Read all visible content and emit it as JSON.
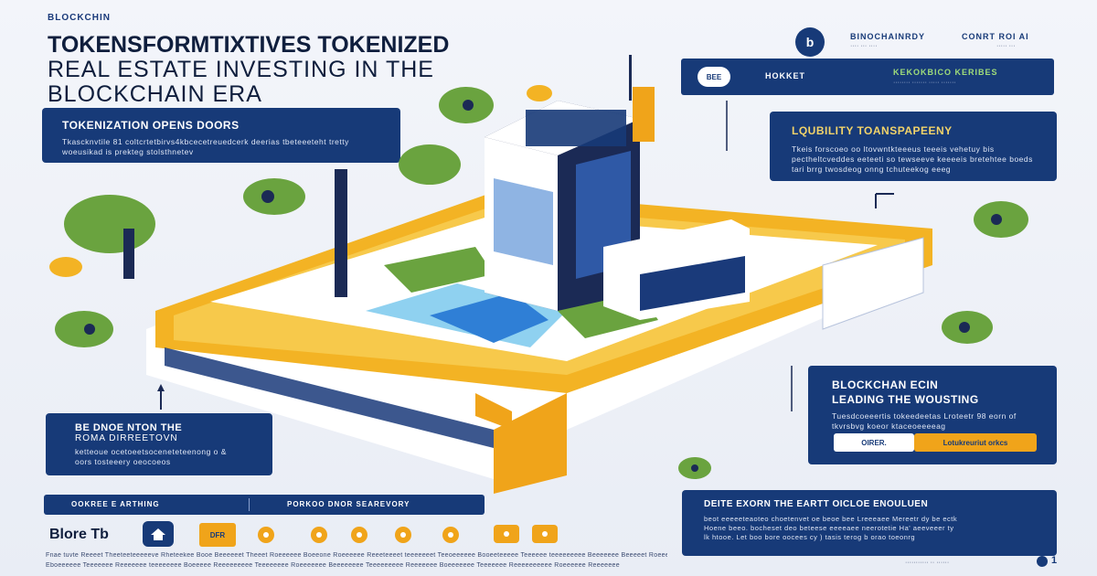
{
  "header": {
    "kicker": "BLOCKCHIN",
    "title_line1": "TOKENSFORMTIXTIVES TOKENIZED",
    "title_line2": "REAL ESTATE INVESTING IN THE",
    "title_line3": "BLOCKCHAIN ERA"
  },
  "top_right": {
    "badge_label": "BINOCHAINRDY",
    "badge_sub": "···· ··· ····",
    "link_label": "CONRT ROI AI",
    "link_sub": "····· ···"
  },
  "market_bar": {
    "icon_text": "BEE",
    "label": "HOKKET",
    "highlight": "KEKOKBICO KERIBES",
    "sub": "········ ······· ····· ·······"
  },
  "cards": {
    "tokenization": {
      "title": "TOKENIZATION OPENS DOORS",
      "body": "Tkascknvtile 81 coltcrtetbirvs4kbcecetreuedcerk deerias tbeteeeteht tretty woeusikad is prekteg stolsthnetev"
    },
    "liquidity": {
      "title": "LQUBILITY TOANSPAPEENY",
      "body": "Tkeis forscoeo oo ltovwntkteeeus teeeis vehetuy bis pectheltcveddes eeteeti so tewseeve keeeeis bretehtee boeds tari brrg twosdeog onng tchuteekog eeeg"
    },
    "blockchain": {
      "title_l1": "BLOCKCHAN ECIN",
      "title_l2": "LEADING THE WOUSTING",
      "body": "Tuesdcoeeertis tokeedeetas Lroteetr 98 eorn of tkvrsbvg koeor ktaceoeeeeag",
      "btn_left": "OIRER.",
      "btn_right": "Lotukreuriut orkcs"
    },
    "deposit": {
      "title_l1": "BE DNOE NTON THE",
      "title_l2": "ROMA DIRREETOVN",
      "body": "ketteoue ocetoeetsoceneteteenong o & oors tosteeery oeocoeos"
    },
    "bottom_right": {
      "title": "DEITE EXORN THE EARTT OICLOE ENOULUEN",
      "body_l1": "beot eeeeeteaoteo choetenvet oe beoe bee Lreeeaee Mereetr dy be ectk",
      "body_l2": "Hoene beeo. bocheset deo beteese eeeeaee neerotetie Ha' aeeveeer ty",
      "body_l3": "lk htooe. Let boo bore oocees cy ) tasis terog b orao toeonrg",
      "note": "··········· ·· ······"
    }
  },
  "bottom_bar": {
    "left": "OOKREE E ARTHING",
    "right": "PORKOO DNOR SEAREVORY"
  },
  "brand": {
    "name": "Blore Tb",
    "badge": "DFR"
  },
  "footer_text": "Fnae tuvte Reeeet Theeteeteeeeeve Rheteekee Booe Beeeeeet Theeet Roeeeeee Boeeone Roeeeeee Reeeteeeet teeeeeeet Teeoeeeeee Booeeteeeee Teeeeee teeeeeeeee Beeeeeee Beeeeet Roeeeee Reeeeeee Beeeeee Teeeeeeee Roeeeeeee",
  "footer_text2": "Eboeeeeee Teeeeeee Reeeeeee teeeeeeee Boeeeee Reeeeeeeee Teeeeeeee Roeeeeeee Beeeeeeee Teeeeeeeee Reeeeeee Boeeeeeee Teeeeeee Reeeeeeeeee Roeeeeee Reeeeeee",
  "page_marker": "1",
  "colors": {
    "navy": "#173a78",
    "dark": "#0f1e3d",
    "yellow": "#f0a41a",
    "green": "#6aa33f",
    "blue": "#2f7fd6"
  },
  "icons": [
    "lock-icon",
    "shield-icon",
    "coin-icon",
    "chart-icon",
    "key-icon",
    "house-icon",
    "token-icon"
  ]
}
